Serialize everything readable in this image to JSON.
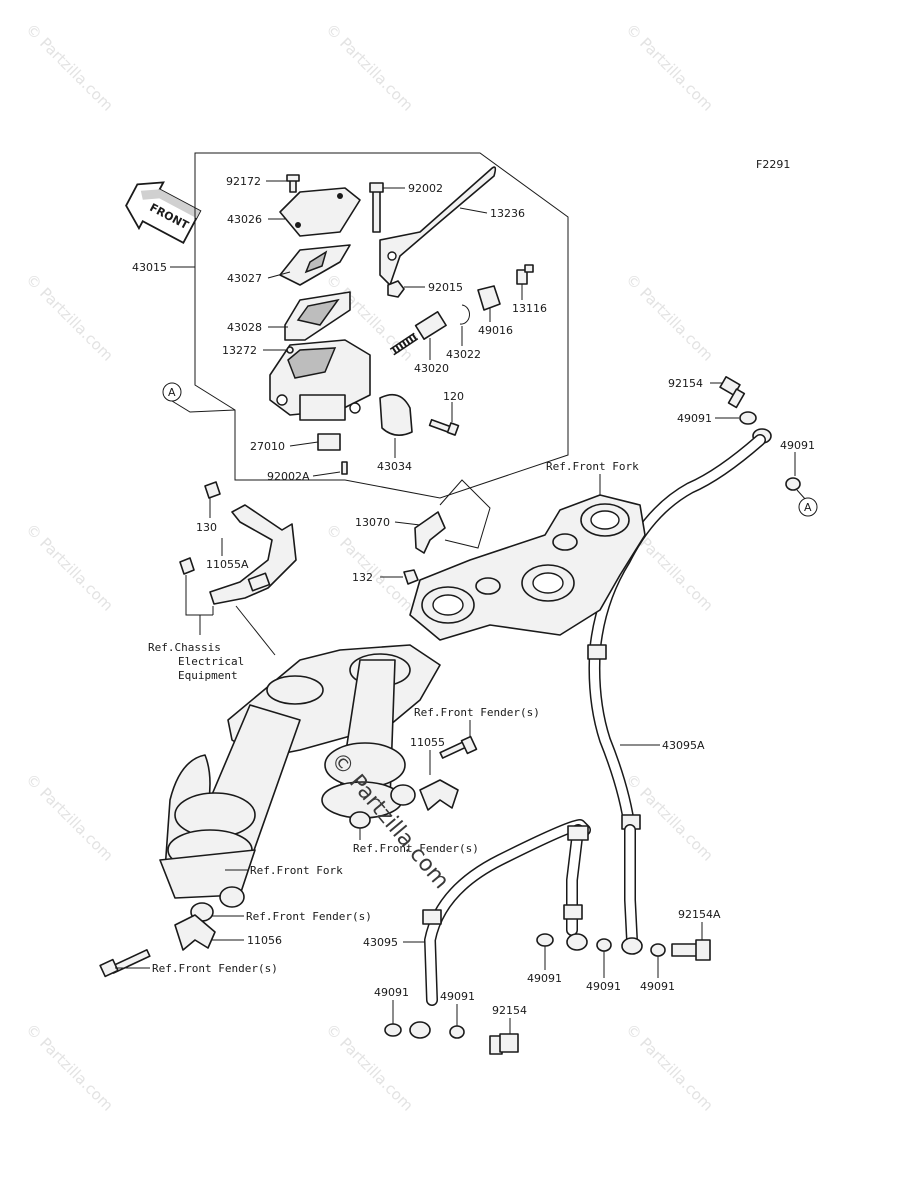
{
  "figure_code": "F2291",
  "front_arrow_label": "FRONT",
  "watermark_text": "© Partzilla.com",
  "center_watermark_text": "© Partzilla.com",
  "callout_a": "A",
  "labels": {
    "p92172": "92172",
    "p92002": "92002",
    "p13236": "13236",
    "p43026": "43026",
    "p43015": "43015",
    "p43027": "43027",
    "p92015": "92015",
    "p13116": "13116",
    "p43028": "43028",
    "p49016": "49016",
    "p13272": "13272",
    "p43022": "43022",
    "p43020": "43020",
    "p120": "120",
    "p27010": "27010",
    "p43034": "43034",
    "p92002A": "92002A",
    "p92154_top": "92154",
    "p49091_a": "49091",
    "p49091_b": "49091",
    "p130": "130",
    "p11055A": "11055A",
    "p13070": "13070",
    "p132": "132",
    "p43095A": "43095A",
    "p11055": "11055",
    "p11056": "11056",
    "p43095": "43095",
    "p92154A": "92154A",
    "p49091_c": "49091",
    "p49091_d": "49091",
    "p49091_e": "49091",
    "p49091_f": "49091",
    "p49091_g": "49091",
    "p92154_bottom": "92154"
  },
  "refs": {
    "front_fork_top": "Ref.Front Fork",
    "chassis_line1": "Ref.Chassis",
    "chassis_line2": "Electrical",
    "chassis_line3": "Equipment",
    "front_fender_1": "Ref.Front Fender(s)",
    "front_fender_2": "Ref.Front Fender(s)",
    "front_fork_bottom": "Ref.Front Fork",
    "front_fender_3": "Ref.Front Fender(s)",
    "front_fender_4": "Ref.Front Fender(s)"
  }
}
